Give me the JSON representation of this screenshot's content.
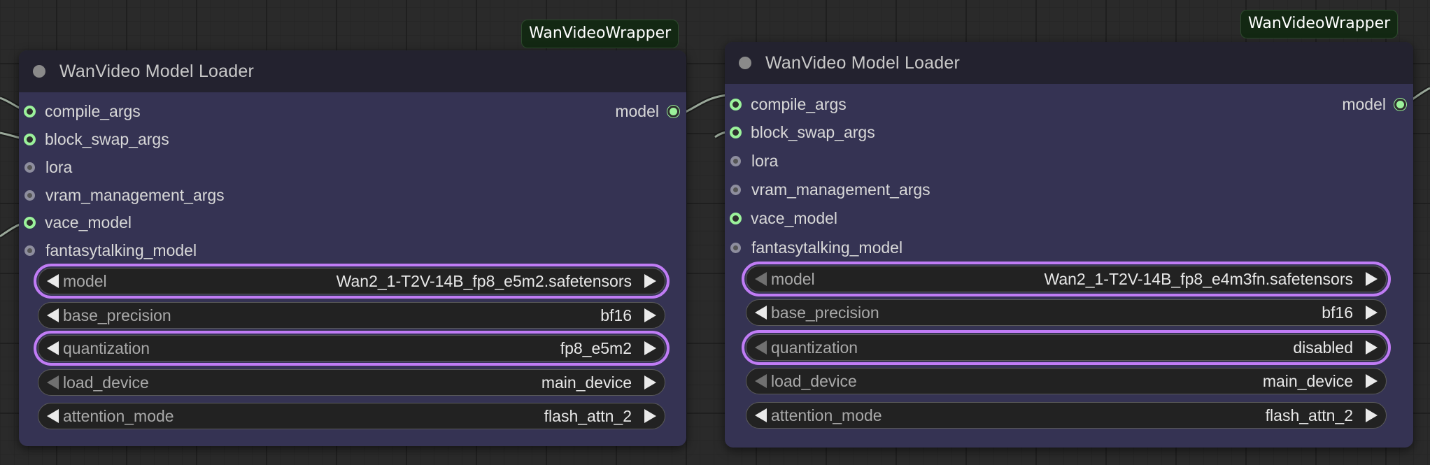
{
  "nodes": [
    {
      "pack_tag": "WanVideoWrapper",
      "title": "WanVideo Model Loader",
      "inputs": [
        {
          "name": "compile_args",
          "connected": true
        },
        {
          "name": "block_swap_args",
          "connected": true
        },
        {
          "name": "lora",
          "connected": false
        },
        {
          "name": "vram_management_args",
          "connected": false
        },
        {
          "name": "vace_model",
          "connected": true
        },
        {
          "name": "fantasytalking_model",
          "connected": false
        }
      ],
      "output": "model",
      "widgets": [
        {
          "label": "model",
          "value": "Wan2_1-T2V-14B_fp8_e5m2.safetensors",
          "highlighted": true
        },
        {
          "label": "base_precision",
          "value": "bf16",
          "highlighted": false
        },
        {
          "label": "quantization",
          "value": "fp8_e5m2",
          "highlighted": true
        },
        {
          "label": "load_device",
          "value": "main_device",
          "highlighted": false
        },
        {
          "label": "attention_mode",
          "value": "flash_attn_2",
          "highlighted": false
        }
      ]
    },
    {
      "pack_tag": "WanVideoWrapper",
      "title": "WanVideo Model Loader",
      "inputs": [
        {
          "name": "compile_args",
          "connected": true
        },
        {
          "name": "block_swap_args",
          "connected": true
        },
        {
          "name": "lora",
          "connected": false
        },
        {
          "name": "vram_management_args",
          "connected": false
        },
        {
          "name": "vace_model",
          "connected": true
        },
        {
          "name": "fantasytalking_model",
          "connected": false
        }
      ],
      "output": "model",
      "widgets": [
        {
          "label": "model",
          "value": "Wan2_1-T2V-14B_fp8_e4m3fn.safetensors",
          "highlighted": true
        },
        {
          "label": "base_precision",
          "value": "bf16",
          "highlighted": false
        },
        {
          "label": "quantization",
          "value": "disabled",
          "highlighted": true
        },
        {
          "label": "load_device",
          "value": "main_device",
          "highlighted": false
        },
        {
          "label": "attention_mode",
          "value": "flash_attn_2",
          "highlighted": false
        }
      ]
    }
  ],
  "colors": {
    "highlight": "#c07cf5",
    "connected_slot": "#9bf29b",
    "node_body": "#353353",
    "node_header": "#23222f"
  }
}
